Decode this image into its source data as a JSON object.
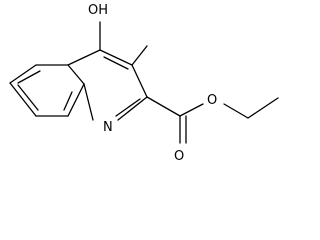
{
  "structure": {
    "atoms": {
      "hydroxyl": "OH",
      "ring_nitrogen": "N",
      "ester_ether_oxygen": "O",
      "carbonyl_oxygen": "O"
    }
  }
}
